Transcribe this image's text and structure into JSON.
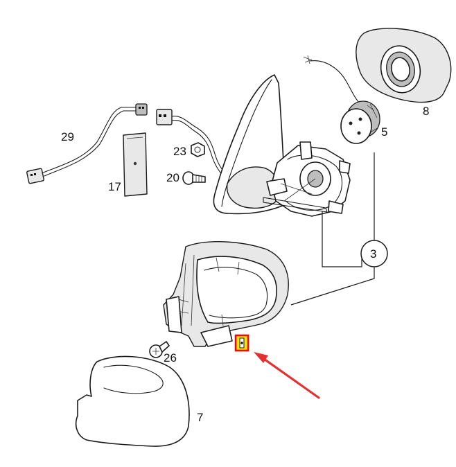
{
  "callouts": {
    "p29": "29",
    "p17": "17",
    "p23": "23",
    "p20": "20",
    "p8": "8",
    "p5": "5",
    "p3": "3",
    "p26": "26",
    "p7": "7"
  },
  "highlight": {
    "color": "#ff0000",
    "fill_color": "#f2e600",
    "arrow_color": "#e53030"
  }
}
